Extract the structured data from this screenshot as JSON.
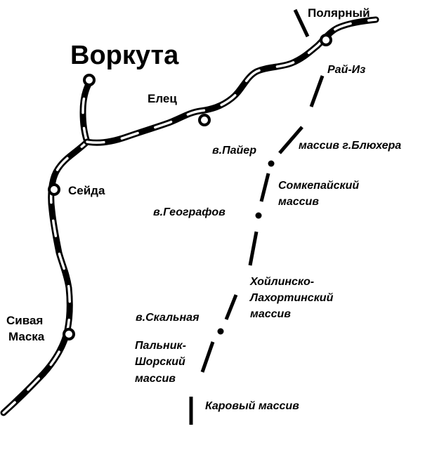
{
  "map": {
    "cities": {
      "vorkuta": "Воркута",
      "polyarny": "Полярный",
      "elets": "Елец",
      "seyda": "Сейда",
      "sivaya_maska_line1": "Сивая",
      "sivaya_maska_line2": "Маска"
    },
    "massifs": {
      "rai_iz": "Рай-Из",
      "blyukhera": "массив г.Блюхера",
      "somkepaisky_line1": "Сомкепайский",
      "somkepaisky_line2": "массив",
      "khoilinsko_line1": "Хойлинско-",
      "khoilinsko_line2": "Лахортинский",
      "khoilinsko_line3": "массив",
      "palnik_line1": "Пальник-",
      "palnik_line2": "Шорский",
      "palnik_line3": "массив",
      "karovy": "Каровый массив"
    },
    "peaks": {
      "payer": "в.Пайер",
      "geografov": "в.Географов",
      "skalnaya": "в.Скальная"
    },
    "colors": {
      "ink": "#000000",
      "paper": "#ffffff"
    }
  }
}
